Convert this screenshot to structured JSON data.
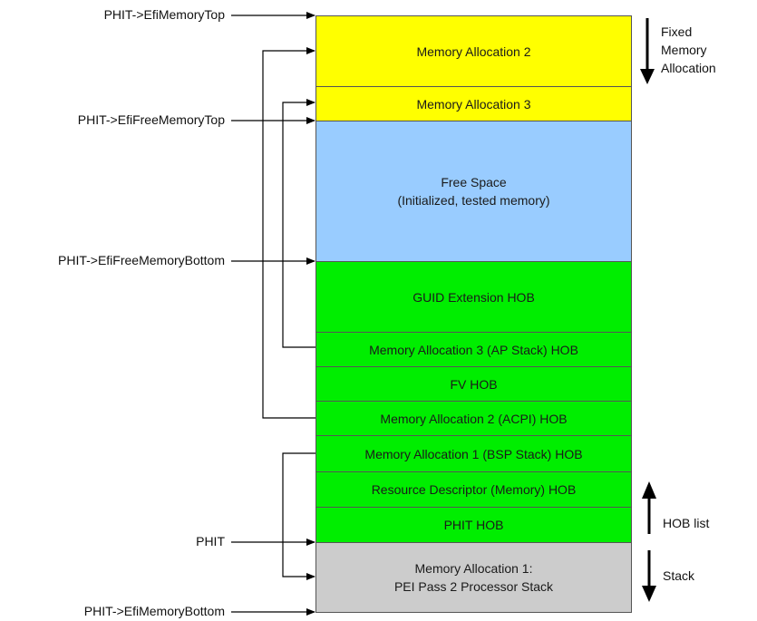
{
  "pointers": [
    {
      "id": "efi-memory-top",
      "label": "PHIT->EfiMemoryTop"
    },
    {
      "id": "efi-free-memory-top",
      "label": "PHIT->EfiFreeMemoryTop"
    },
    {
      "id": "efi-free-memory-bottom",
      "label": "PHIT->EfiFreeMemoryBottom"
    },
    {
      "id": "phit",
      "label": "PHIT"
    },
    {
      "id": "efi-memory-bottom",
      "label": "PHIT->EfiMemoryBottom"
    }
  ],
  "blocks": [
    {
      "lines": [
        "Memory Allocation 2"
      ],
      "color": "#ffff00"
    },
    {
      "lines": [
        "Memory Allocation 3"
      ],
      "color": "#ffff00"
    },
    {
      "lines": [
        "Free Space",
        "(Initialized, tested memory)"
      ],
      "color": "#99ccff"
    },
    {
      "lines": [
        "GUID Extension HOB"
      ],
      "color": "#00ee00"
    },
    {
      "lines": [
        "Memory Allocation 3 (AP Stack) HOB"
      ],
      "color": "#00ee00"
    },
    {
      "lines": [
        "FV HOB"
      ],
      "color": "#00ee00"
    },
    {
      "lines": [
        "Memory Allocation 2 (ACPI) HOB"
      ],
      "color": "#00ee00"
    },
    {
      "lines": [
        "Memory Allocation 1 (BSP Stack) HOB"
      ],
      "color": "#00ee00"
    },
    {
      "lines": [
        "Resource Descriptor (Memory) HOB"
      ],
      "color": "#00ee00"
    },
    {
      "lines": [
        "PHIT HOB"
      ],
      "color": "#00ee00"
    },
    {
      "lines": [
        "Memory Allocation 1:",
        "PEI Pass 2 Processor Stack"
      ],
      "color": "#cccccc"
    }
  ],
  "side_labels": {
    "fixed": [
      "Fixed",
      "Memory",
      "Allocation"
    ],
    "hob_list": "HOB list",
    "stack": "Stack"
  }
}
